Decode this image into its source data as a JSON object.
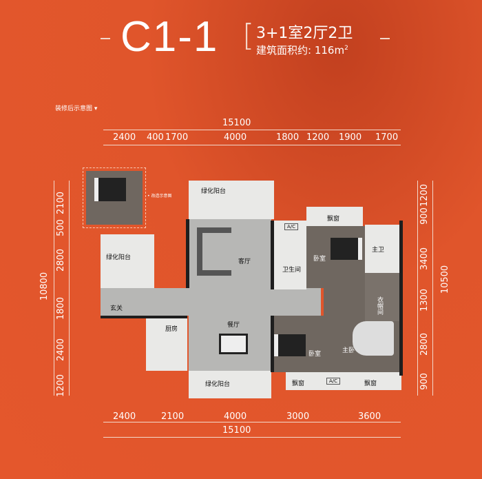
{
  "header": {
    "code": "C1-1",
    "layout": "3+1室2厅2卫",
    "area_label": "建筑面积约: 116m",
    "area_sup": "2"
  },
  "notes": {
    "renovated": "装修后示意图",
    "modified": "改造示意图"
  },
  "dimensions": {
    "top_total": "15100",
    "top": [
      "2400",
      "400",
      "1700",
      "4000",
      "1800",
      "1200",
      "1900",
      "1700"
    ],
    "bottom": [
      "2400",
      "2100",
      "4000",
      "3000",
      "3600"
    ],
    "bottom_total": "15100",
    "left": [
      "2100",
      "500",
      "2800",
      "1800",
      "2400",
      "1200"
    ],
    "left_total": "10800",
    "right": [
      "1200",
      "900",
      "3400",
      "1300",
      "2800",
      "900"
    ],
    "right_total": "10500"
  },
  "rooms": {
    "balcony_top": "绿化阳台",
    "living": "客厅",
    "bath": "卫生间",
    "bedroom1": "卧室",
    "master_bath": "主卫",
    "bay_top": "飘窗",
    "ac_top": "A/C",
    "closet": "衣帽间",
    "foyer": "玄关",
    "dining": "餐厅",
    "kitchen": "厨房",
    "bedroom2": "卧室",
    "master": "主卧",
    "bay_b1": "飘窗",
    "ac_bottom": "A/C",
    "bay_b2": "飘窗",
    "balcony_bottom": "绿化阳台",
    "balcony_left": "绿化阳台"
  },
  "colors": {
    "background": "#e0552b",
    "floor_wood": "#6f6760",
    "floor_tile": "#b7b7b5"
  }
}
